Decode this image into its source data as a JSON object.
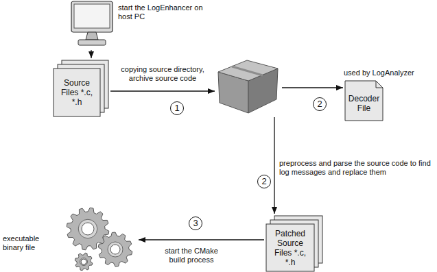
{
  "diagram": {
    "nodes": [
      {
        "text": [
          "start the LogEnhancer on host PC"
        ]
      },
      {
        "text": [
          "Source Files *.c, *.h"
        ]
      },
      {
        "text": []
      },
      {
        "text": [
          "used by LogAnalyzer",
          "Decoder File"
        ]
      },
      {
        "text": [
          "Patched Source Files *.c, *.h"
        ]
      },
      {
        "text": [
          "executable binary file"
        ]
      }
    ],
    "edges": [
      {
        "from": 0,
        "to": 1,
        "arrow": "to"
      },
      {
        "from": 1,
        "to": 2,
        "label": "copying source directory, archive source code",
        "arrow": "to"
      },
      {
        "from": 2,
        "to": 3,
        "arrow": "to"
      },
      {
        "from": 2,
        "to": 4,
        "label": "preprocess and parse the source code to find log messages and replace them",
        "arrow": "to"
      },
      {
        "from": 4,
        "to": 5,
        "label": "start the CMake build process",
        "arrow": "to"
      }
    ],
    "labels": [
      "1",
      "2",
      "2",
      "3"
    ]
  }
}
